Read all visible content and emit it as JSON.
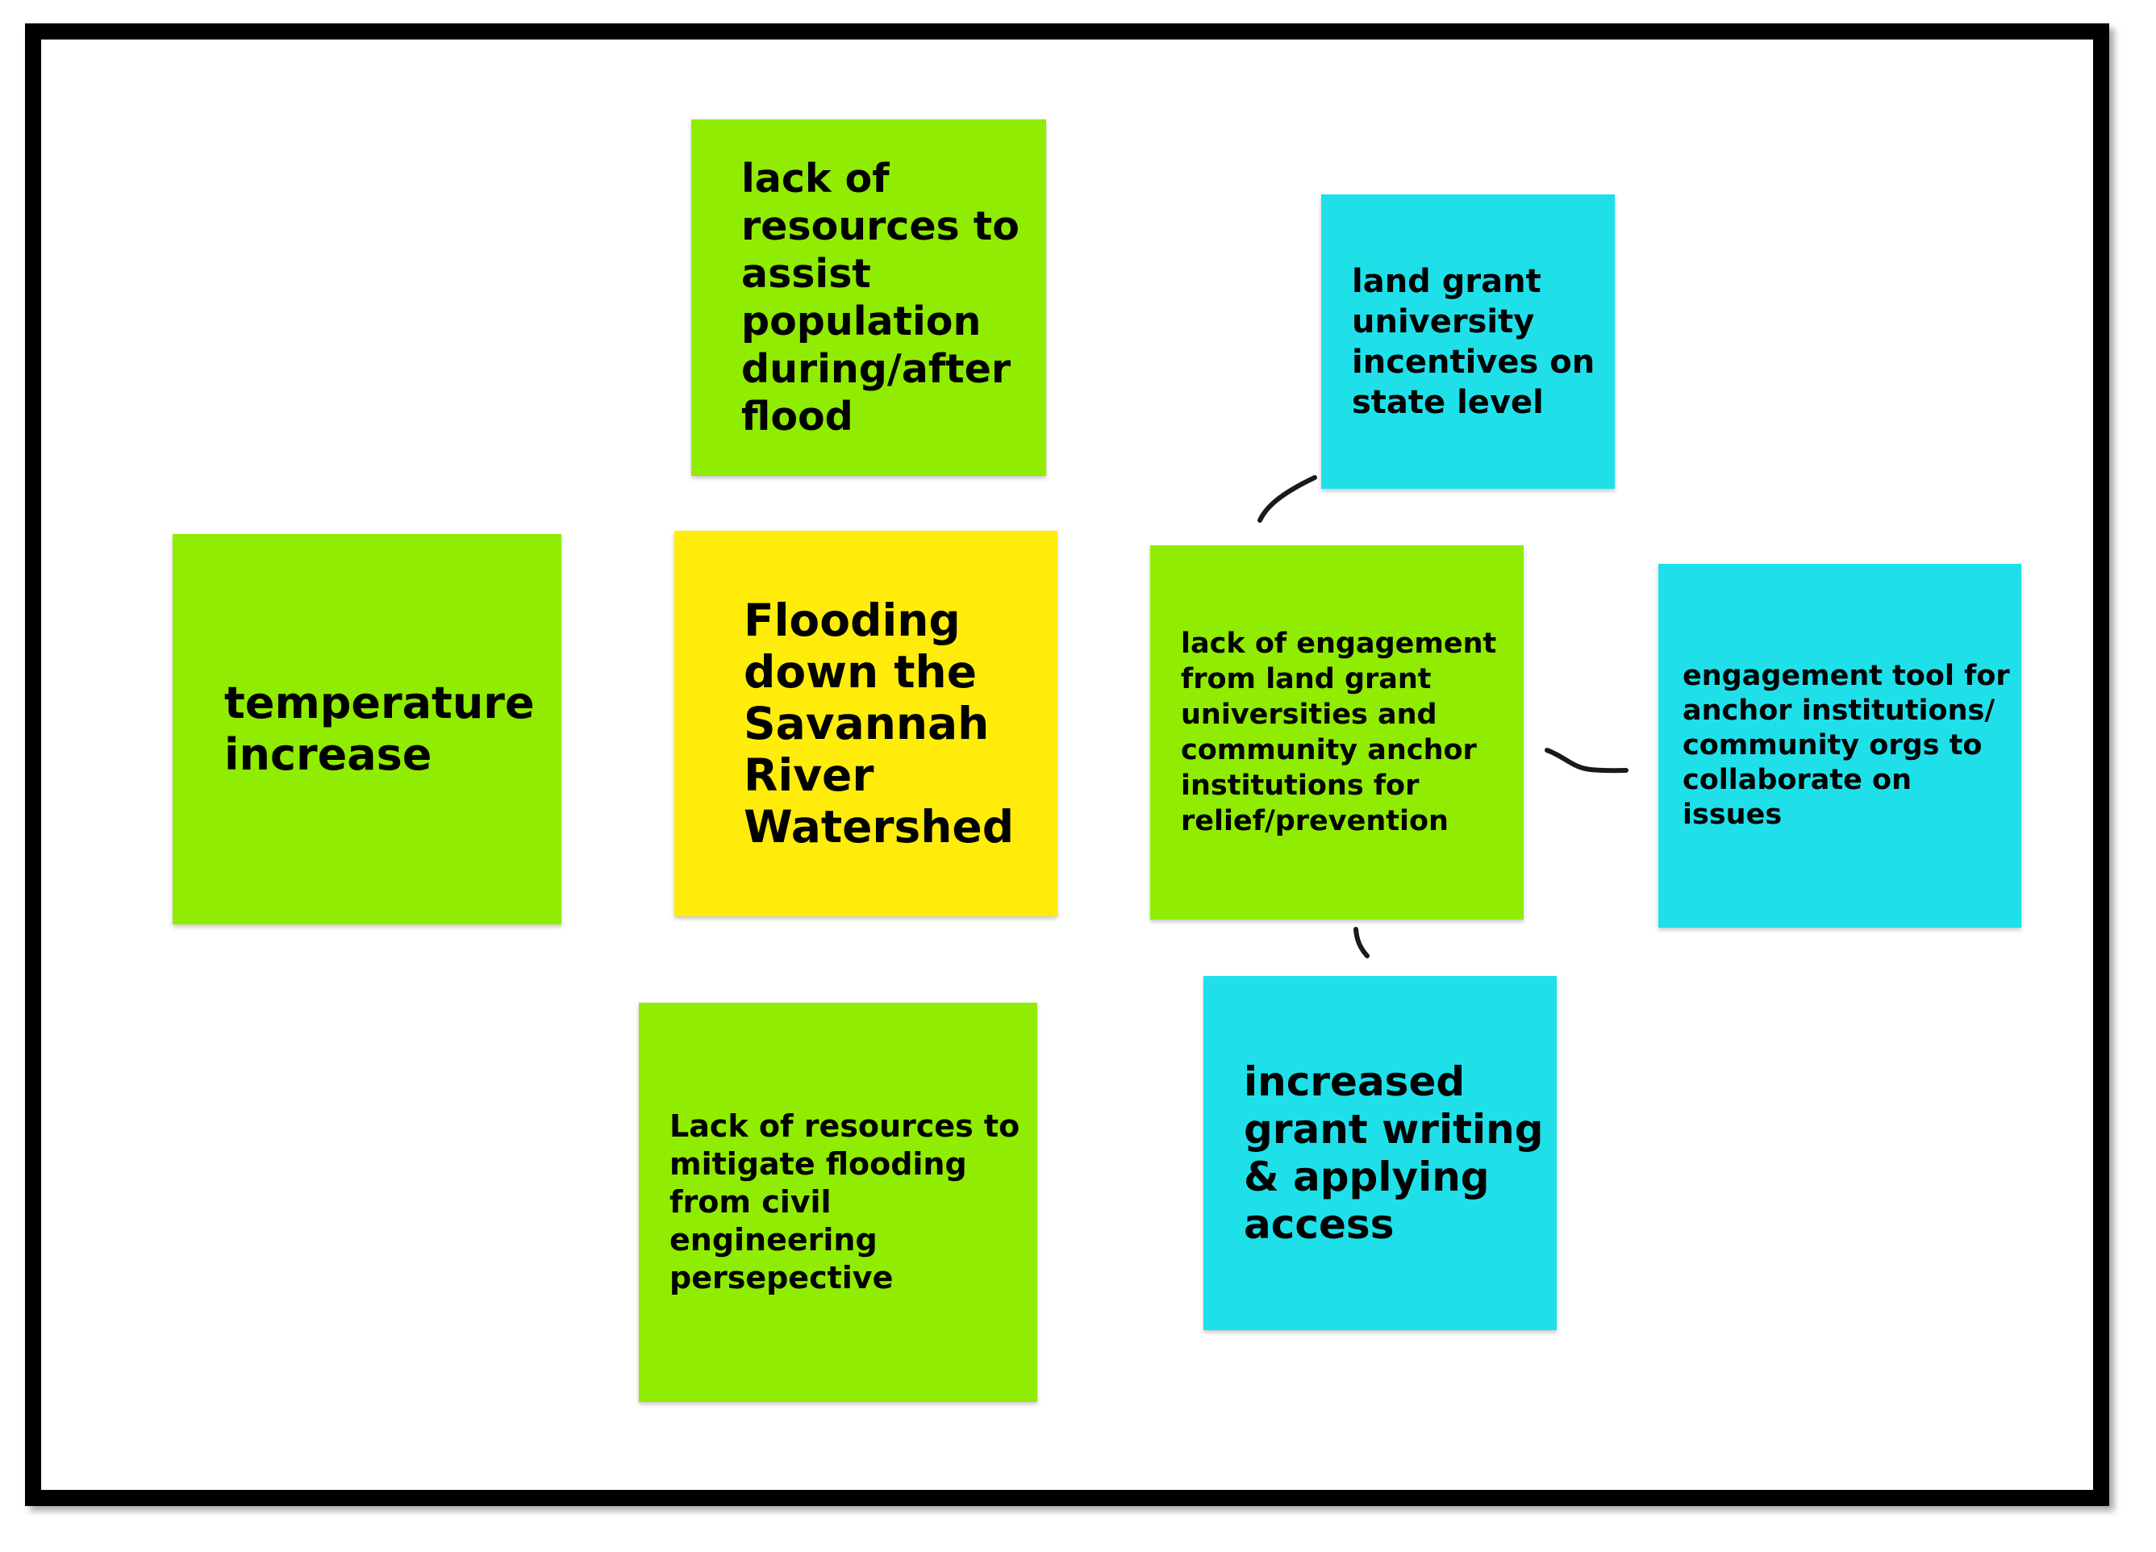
{
  "board": {
    "colors": {
      "green": "#90ec02",
      "blue": "#1fe0e9",
      "yellow": "#ffec0b",
      "frame": "#000000"
    },
    "notes": {
      "lack_resources_assist": "lack of\nresources to\nassist\npopulation\nduring/after\nflood",
      "temperature_increase": "temperature\nincrease",
      "central_topic": "Flooding\ndown the\nSavannah\nRiver\nWatershed",
      "land_grant_incentives": "land grant\nuniversity\nincentives on\nstate level",
      "lack_engagement": "lack of engagement\nfrom land grant\nuniversities and\ncommunity anchor\ninstitutions for\nrelief/prevention",
      "engagement_tool": "engagement tool for\nanchor institutions/\ncommunity orgs to\ncollaborate on\nissues",
      "grant_writing": "increased\ngrant writing\n& applying\naccess",
      "lack_resources_mitigate": "Lack of resources to\nmitigate flooding\nfrom civil\nengineering\npersepective"
    },
    "connectors": [
      {
        "from": "lack_engagement",
        "to": "land_grant_incentives"
      },
      {
        "from": "lack_engagement",
        "to": "engagement_tool"
      },
      {
        "from": "lack_engagement",
        "to": "grant_writing"
      }
    ]
  }
}
